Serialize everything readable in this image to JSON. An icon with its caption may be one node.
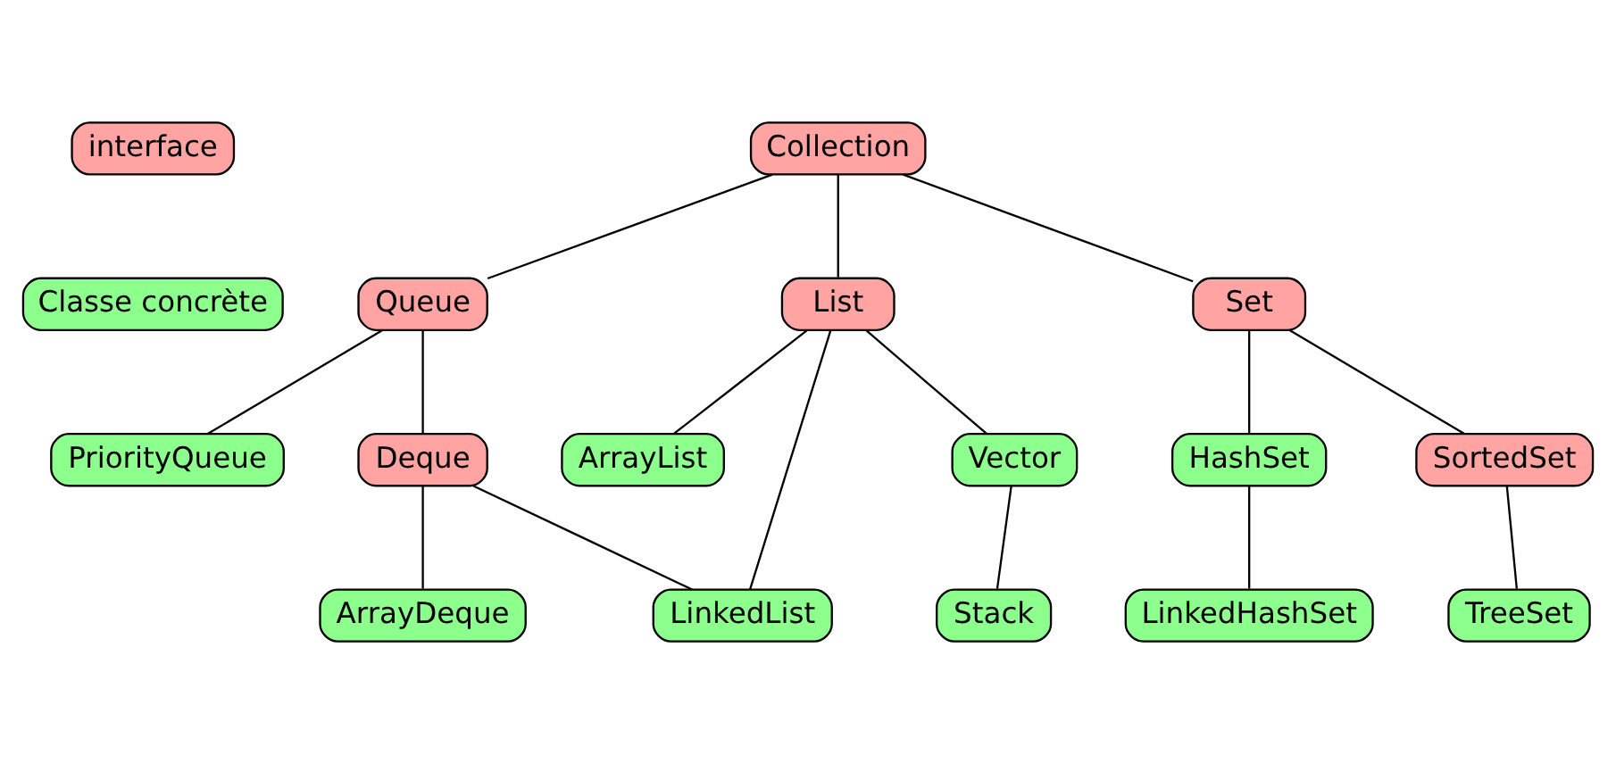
{
  "diagram": {
    "nodes": [
      {
        "text": [
          "interface"
        ]
      },
      {
        "text": [
          "Classe concrète"
        ]
      },
      {
        "text": [
          "Collection"
        ]
      },
      {
        "text": [
          "Queue"
        ]
      },
      {
        "text": [
          "List"
        ]
      },
      {
        "text": [
          "Set"
        ]
      },
      {
        "text": [
          "PriorityQueue"
        ]
      },
      {
        "text": [
          "Deque"
        ]
      },
      {
        "text": [
          "ArrayList"
        ]
      },
      {
        "text": [
          "Vector"
        ]
      },
      {
        "text": [
          "HashSet"
        ]
      },
      {
        "text": [
          "SortedSet"
        ]
      },
      {
        "text": [
          "ArrayDeque"
        ]
      },
      {
        "text": [
          "LinkedList"
        ]
      },
      {
        "text": [
          "Stack"
        ]
      },
      {
        "text": [
          "LinkedHashSet"
        ]
      },
      {
        "text": [
          "TreeSet"
        ]
      }
    ],
    "edges": [
      {
        "from": 2,
        "to": 3,
        "arrow": "none"
      },
      {
        "from": 2,
        "to": 4,
        "arrow": "none"
      },
      {
        "from": 2,
        "to": 5,
        "arrow": "none"
      },
      {
        "from": 3,
        "to": 6,
        "arrow": "none"
      },
      {
        "from": 3,
        "to": 7,
        "arrow": "none"
      },
      {
        "from": 4,
        "to": 8,
        "arrow": "none"
      },
      {
        "from": 4,
        "to": 9,
        "arrow": "none"
      },
      {
        "from": 4,
        "to": 13,
        "arrow": "none"
      },
      {
        "from": 5,
        "to": 10,
        "arrow": "none"
      },
      {
        "from": 5,
        "to": 11,
        "arrow": "none"
      },
      {
        "from": 7,
        "to": 12,
        "arrow": "none"
      },
      {
        "from": 7,
        "to": 13,
        "arrow": "none"
      },
      {
        "from": 9,
        "to": 14,
        "arrow": "none"
      },
      {
        "from": 10,
        "to": 15,
        "arrow": "none"
      },
      {
        "from": 11,
        "to": 16,
        "arrow": "none"
      }
    ]
  }
}
